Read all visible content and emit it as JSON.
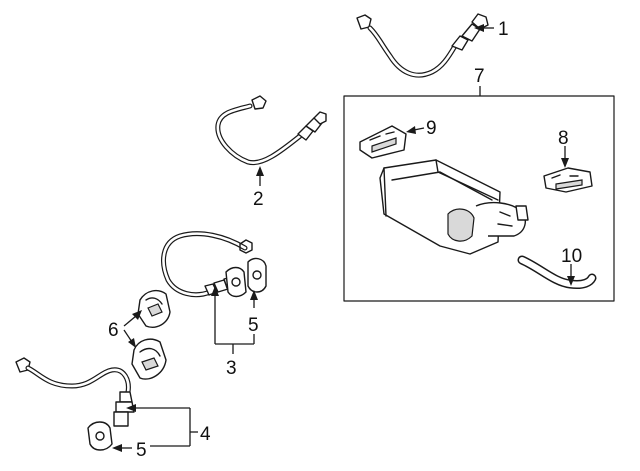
{
  "callouts": {
    "c1": "1",
    "c2": "2",
    "c3": "3",
    "c4": "4",
    "c5a": "5",
    "c5b": "5",
    "c6": "6",
    "c7": "7",
    "c8": "8",
    "c9": "9",
    "c10": "10"
  },
  "colors": {
    "line": "#1a1a1a",
    "background": "#ffffff"
  }
}
